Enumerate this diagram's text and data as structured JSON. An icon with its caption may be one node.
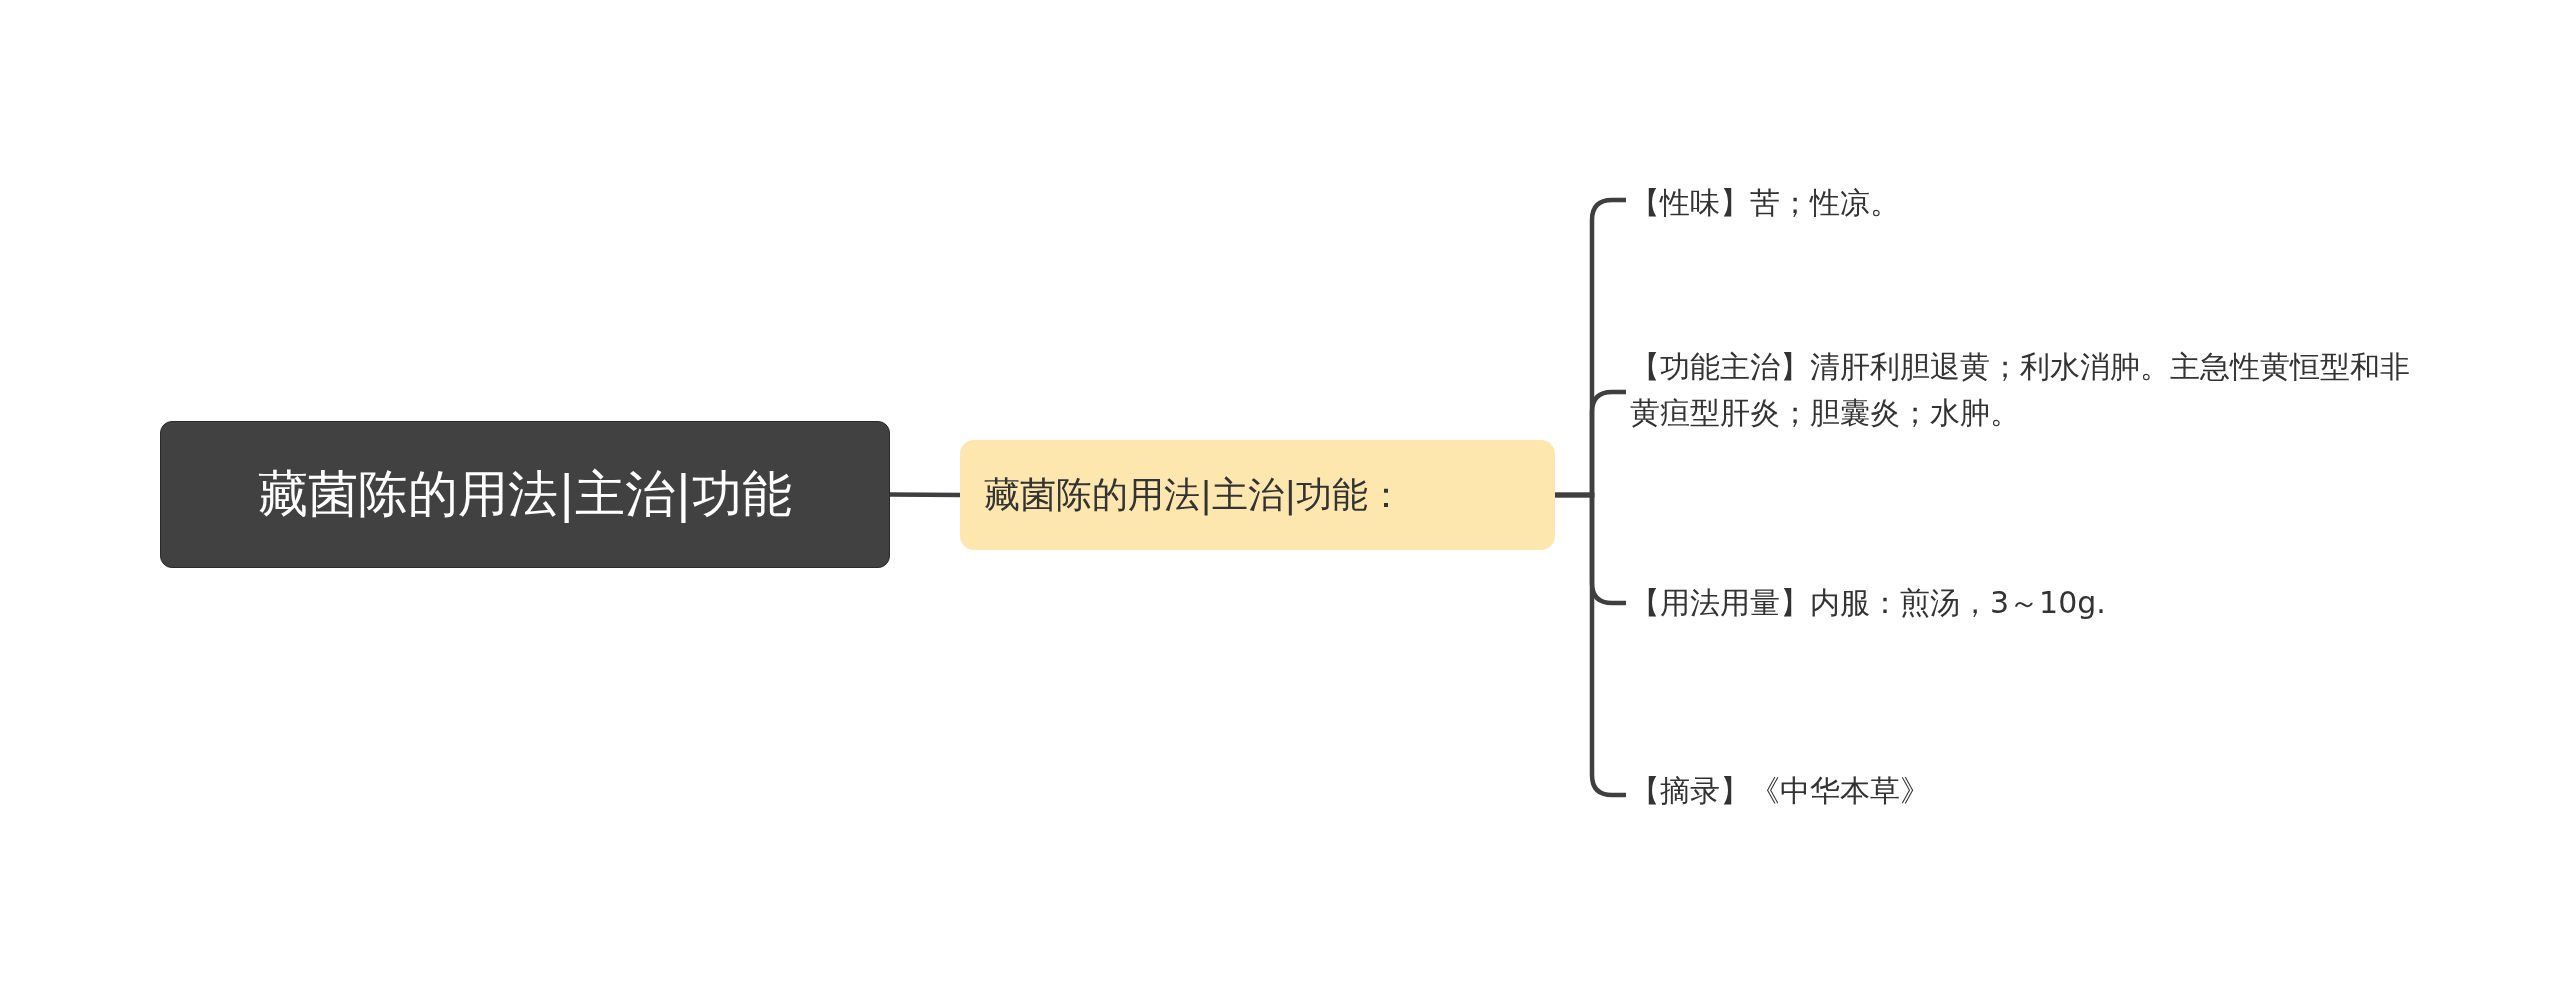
{
  "diagram": {
    "nodes": [
      {
        "text": [
          "藏菌陈的用法|主治|功能"
        ]
      },
      {
        "text": [
          "藏菌陈的用法|主治|功能："
        ]
      },
      {
        "text": [
          "【性味】苦；性凉。"
        ]
      },
      {
        "text": [
          "【功能主治】清肝利胆退黄；利水消肿。主急性黄恒型和非黄疸型肝炎；胆囊炎；水肿。"
        ]
      },
      {
        "text": [
          "【用法用量】内服：煎汤，3～10g."
        ]
      },
      {
        "text": [
          "【摘录】《中华本草》"
        ]
      }
    ],
    "edges": [
      {
        "from": 0,
        "to": 1,
        "arrow": "none"
      },
      {
        "from": 1,
        "to": 2,
        "arrow": "none"
      },
      {
        "from": 1,
        "to": 3,
        "arrow": "none"
      },
      {
        "from": 1,
        "to": 4,
        "arrow": "none"
      },
      {
        "from": 1,
        "to": 5,
        "arrow": "none"
      }
    ]
  }
}
